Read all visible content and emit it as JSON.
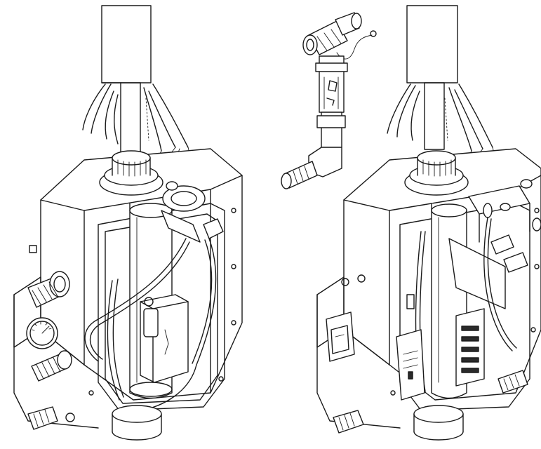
{
  "figure": {
    "description_text": "",
    "colors": {
      "ink": "#1a1a1a",
      "paper": "#ffffff",
      "shade": "#d8d8d8"
    },
    "views": [
      {
        "name": "left-assembly-view"
      },
      {
        "name": "valve-fitting-detail"
      },
      {
        "name": "right-assembly-view"
      }
    ]
  }
}
